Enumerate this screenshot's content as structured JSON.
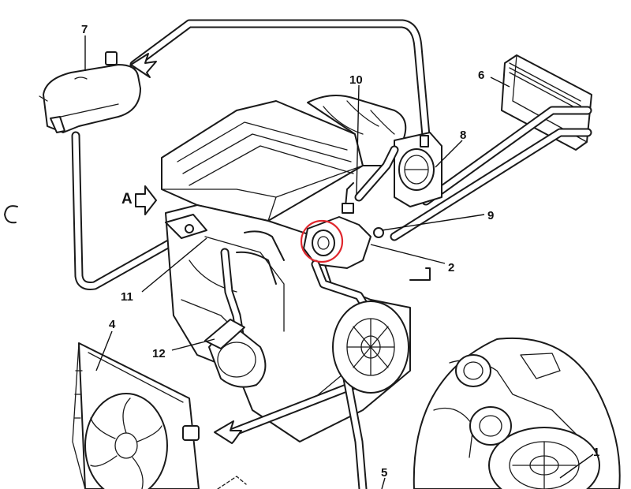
{
  "callouts": [
    {
      "id": "1",
      "label": "1"
    },
    {
      "id": "2",
      "label": "2"
    },
    {
      "id": "4",
      "label": "4"
    },
    {
      "id": "5",
      "label": "5"
    },
    {
      "id": "6",
      "label": "6"
    },
    {
      "id": "7",
      "label": "7"
    },
    {
      "id": "8",
      "label": "8"
    },
    {
      "id": "9",
      "label": "9"
    },
    {
      "id": "10",
      "label": "10"
    },
    {
      "id": "11",
      "label": "11"
    },
    {
      "id": "12",
      "label": "12"
    }
  ],
  "view_marker": {
    "label": "A"
  },
  "highlight": {
    "color": "#e0262d"
  }
}
